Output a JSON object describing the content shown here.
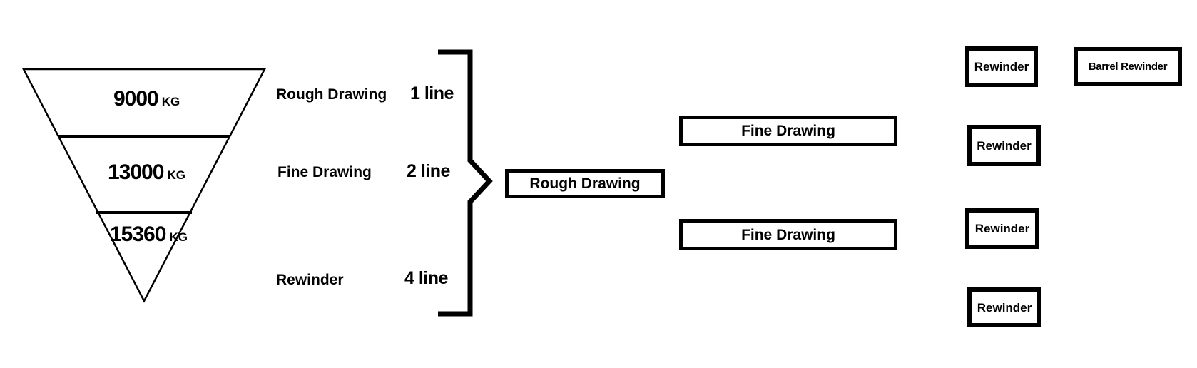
{
  "funnel": {
    "sections": [
      {
        "value": "9000",
        "unit": "KG"
      },
      {
        "value": "13000",
        "unit": "KG"
      },
      {
        "value": "15360",
        "unit": "KG"
      }
    ]
  },
  "process_legend": {
    "rows": [
      {
        "label": "Rough Drawing",
        "count": "1 line"
      },
      {
        "label": "Fine Drawing",
        "count": "2 line"
      },
      {
        "label": "Rewinder",
        "count": "4 line"
      }
    ]
  },
  "flow": {
    "rough_drawing_label": "Rough Drawing",
    "fine_drawing_boxes": [
      "Fine Drawing",
      "Fine Drawing"
    ],
    "rewinder_boxes": [
      "Rewinder",
      "Rewinder",
      "Rewinder",
      "Rewinder"
    ],
    "barrel_rewinder_label": "Barrel Rewinder"
  },
  "colors": {
    "stroke": "#000000",
    "background": "#ffffff",
    "text": "#000000"
  }
}
